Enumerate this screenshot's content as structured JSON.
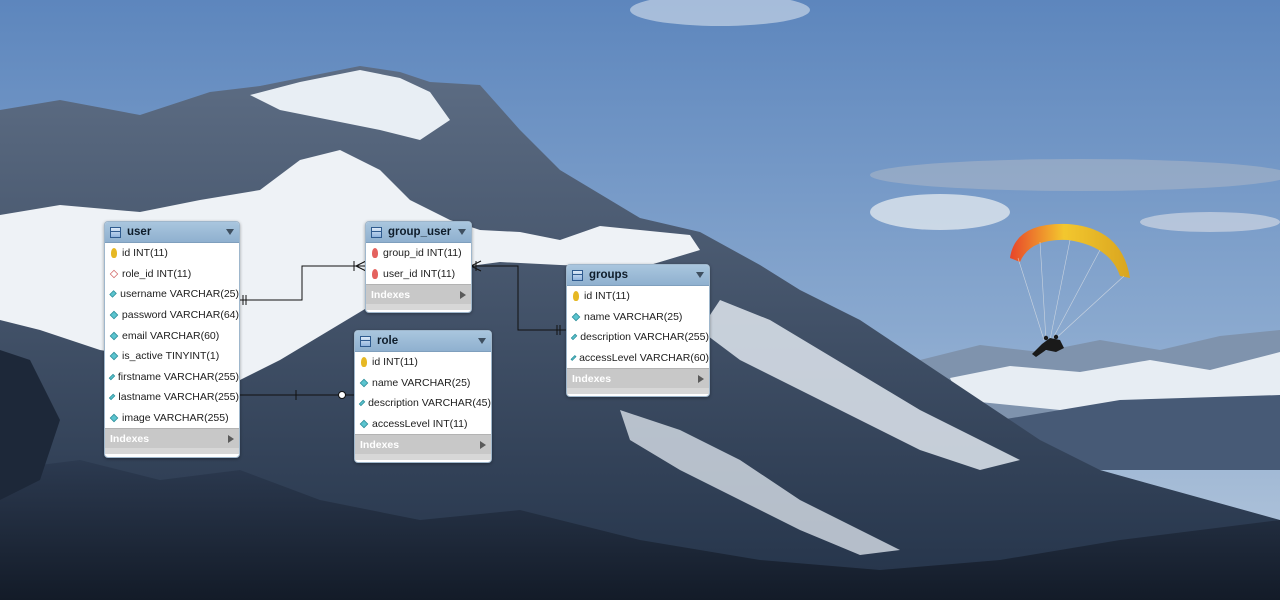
{
  "tables": {
    "user": {
      "name": "user",
      "columns": [
        {
          "label": "id INT(11)",
          "icon": "primary-key-icon"
        },
        {
          "label": "role_id INT(11)",
          "icon": "foreign-key-diamond-icon"
        },
        {
          "label": "username VARCHAR(25)",
          "icon": "column-diamond-icon"
        },
        {
          "label": "password VARCHAR(64)",
          "icon": "column-diamond-icon"
        },
        {
          "label": "email VARCHAR(60)",
          "icon": "column-diamond-icon"
        },
        {
          "label": "is_active TINYINT(1)",
          "icon": "column-diamond-icon"
        },
        {
          "label": "firstname VARCHAR(255)",
          "icon": "column-diamond-icon"
        },
        {
          "label": "lastname VARCHAR(255)",
          "icon": "column-diamond-icon"
        },
        {
          "label": "image VARCHAR(255)",
          "icon": "column-diamond-icon"
        }
      ],
      "indexes_label": "Indexes"
    },
    "group_user": {
      "name": "group_user",
      "columns": [
        {
          "label": "group_id INT(11)",
          "icon": "foreign-primary-key-icon"
        },
        {
          "label": "user_id INT(11)",
          "icon": "foreign-primary-key-icon"
        }
      ],
      "indexes_label": "Indexes"
    },
    "role": {
      "name": "role",
      "columns": [
        {
          "label": "id INT(11)",
          "icon": "primary-key-icon"
        },
        {
          "label": "name VARCHAR(25)",
          "icon": "column-diamond-icon"
        },
        {
          "label": "description VARCHAR(45)",
          "icon": "column-diamond-icon"
        },
        {
          "label": "accessLevel INT(11)",
          "icon": "column-diamond-icon"
        }
      ],
      "indexes_label": "Indexes"
    },
    "groups": {
      "name": "groups",
      "columns": [
        {
          "label": "id INT(11)",
          "icon": "primary-key-icon"
        },
        {
          "label": "name VARCHAR(25)",
          "icon": "column-diamond-icon"
        },
        {
          "label": "description VARCHAR(255)",
          "icon": "column-diamond-icon"
        },
        {
          "label": "accessLevel VARCHAR(60)",
          "icon": "column-diamond-icon"
        }
      ],
      "indexes_label": "Indexes"
    }
  },
  "colors": {
    "header": "#9dbcd8",
    "primary_key": "#e6b824",
    "foreign_key": "#e4625f",
    "column": "#5bc4cf",
    "indexes_bar": "#c8c8c8",
    "paraglider_canopy": "#e9b62c"
  }
}
